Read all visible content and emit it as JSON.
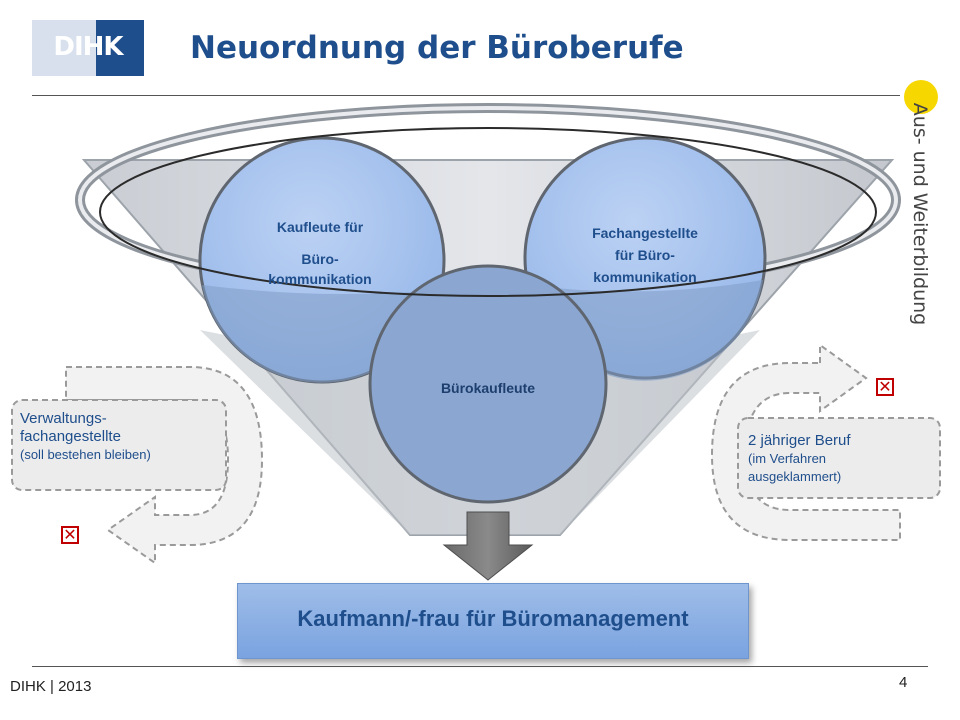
{
  "header": {
    "logo_text": "DIHK",
    "title": "Neuordnung der Büroberufe",
    "side_label": "Aus- und Weiterbildung"
  },
  "circles": {
    "kaufleute": {
      "line1": "Kaufleute für",
      "line2": "Büro-",
      "line3": "kommunikation"
    },
    "fachangestellte": {
      "line1": "Fachangestellte",
      "line2": "für Büro-",
      "line3": "kommunikation"
    },
    "buerokaufleute": {
      "label": "Bürokaufleute"
    }
  },
  "left_note": {
    "line1": "Verwaltungs-",
    "line2": "fachangestellte",
    "line3": "(soll bestehen bleiben)"
  },
  "right_note": {
    "line1": "2 jähriger Beruf",
    "line2": "(im Verfahren",
    "line3": "ausgeklammert)"
  },
  "result": {
    "label": "Kaufmann/-frau für Büromanagement"
  },
  "footer": {
    "source": "DIHK | 2013",
    "page": "4"
  },
  "icons": {
    "excluded": "x-box-icon",
    "arrow": "down-arrow-icon"
  },
  "colors": {
    "brand": "#1f4e8c",
    "circle_fill": "#a6c2ee",
    "accent_yellow": "#f6d800",
    "exclude_red": "#c00000"
  }
}
